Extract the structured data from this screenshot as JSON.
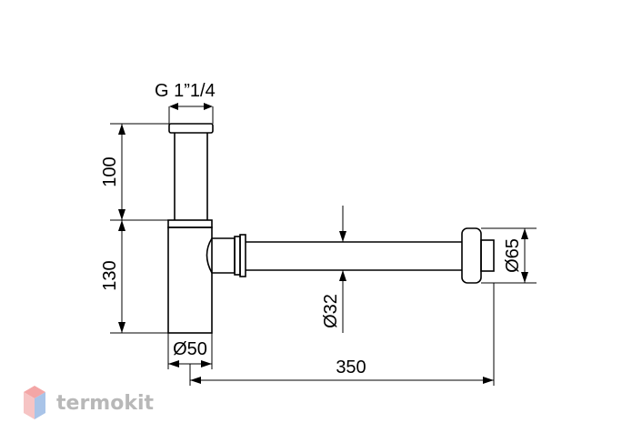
{
  "diagram": {
    "labels": {
      "thread": "G 1”1/4",
      "height_upper": "100",
      "height_lower": "130",
      "pipe_diameter": "Ø32",
      "body_diameter": "Ø50",
      "flange_diameter": "Ø65",
      "length": "350"
    }
  },
  "watermark": {
    "brand": "termokit",
    "logo": "termokit-logo-icon"
  },
  "colors": {
    "line": "#000000",
    "watermark_text": "#b8b8b8",
    "logo_top": "#f3a6a6",
    "logo_side": "#a9c4e8"
  }
}
